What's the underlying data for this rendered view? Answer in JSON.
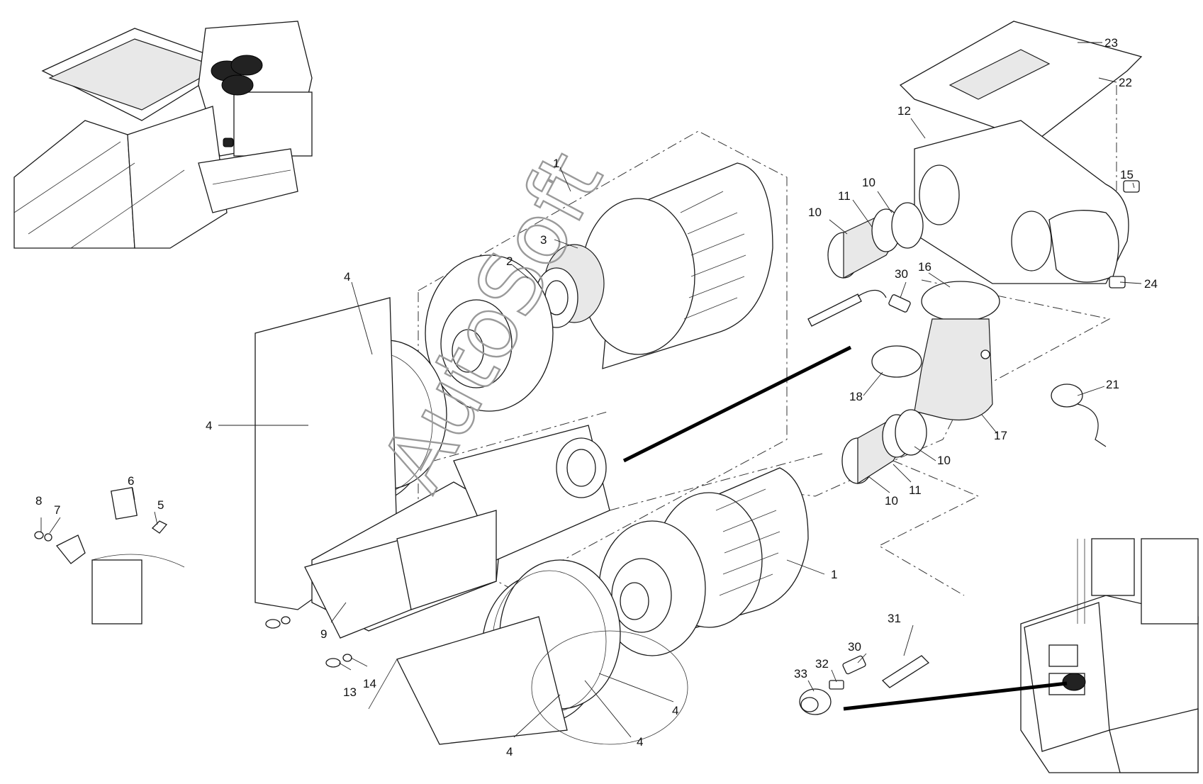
{
  "watermark": "AutoSoft",
  "callouts": [
    {
      "id": "c1a",
      "label": "1"
    },
    {
      "id": "c1b",
      "label": "1"
    },
    {
      "id": "c2",
      "label": "2"
    },
    {
      "id": "c3",
      "label": "3"
    },
    {
      "id": "c4a",
      "label": "4"
    },
    {
      "id": "c4b",
      "label": "4"
    },
    {
      "id": "c4c",
      "label": "4"
    },
    {
      "id": "c4d",
      "label": "4"
    },
    {
      "id": "c4e",
      "label": "4"
    },
    {
      "id": "c5",
      "label": "5"
    },
    {
      "id": "c6",
      "label": "6"
    },
    {
      "id": "c7",
      "label": "7"
    },
    {
      "id": "c8",
      "label": "8"
    },
    {
      "id": "c9",
      "label": "9"
    },
    {
      "id": "c10a",
      "label": "10"
    },
    {
      "id": "c10b",
      "label": "10"
    },
    {
      "id": "c10c",
      "label": "10"
    },
    {
      "id": "c10d",
      "label": "10"
    },
    {
      "id": "c11a",
      "label": "11"
    },
    {
      "id": "c11b",
      "label": "11"
    },
    {
      "id": "c12",
      "label": "12"
    },
    {
      "id": "c13",
      "label": "13"
    },
    {
      "id": "c14",
      "label": "14"
    },
    {
      "id": "c15",
      "label": "15"
    },
    {
      "id": "c16",
      "label": "16"
    },
    {
      "id": "c17",
      "label": "17"
    },
    {
      "id": "c18",
      "label": "18"
    },
    {
      "id": "c21",
      "label": "21"
    },
    {
      "id": "c22",
      "label": "22"
    },
    {
      "id": "c23",
      "label": "23"
    },
    {
      "id": "c24",
      "label": "24"
    },
    {
      "id": "c30a",
      "label": "30"
    },
    {
      "id": "c30b",
      "label": "30"
    },
    {
      "id": "c31",
      "label": "31"
    },
    {
      "id": "c32",
      "label": "32"
    },
    {
      "id": "c33",
      "label": "33"
    }
  ]
}
